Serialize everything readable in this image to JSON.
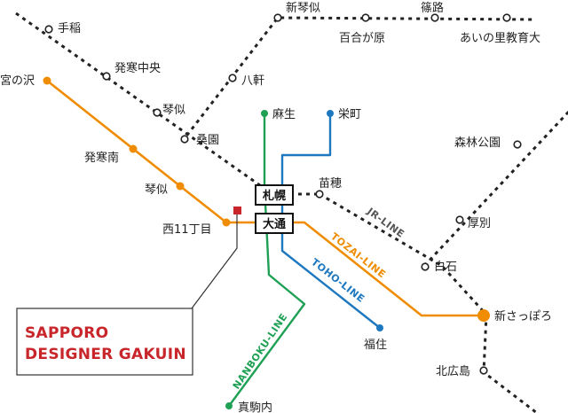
{
  "colors": {
    "jr": "#222222",
    "tozai": "#f08c00",
    "toho": "#1d78c0",
    "nanboku": "#1fa055",
    "brand": "#c8262a"
  },
  "hubs": {
    "sapporo": "札幌",
    "odori": "大通"
  },
  "stations": {
    "teine": "手稲",
    "hassamu_chuo": "発寒中央",
    "kotoni_jr": "琴似",
    "soen": "桑園",
    "hachiken": "八軒",
    "shinkotoni": "新琴似",
    "yurigahara": "百合が原",
    "shinoro": "篠路",
    "ainosato": "あいの里教育大",
    "asabu": "麻生",
    "sakaemachi": "栄町",
    "naebo": "苗穂",
    "shinrinkoen": "森林公園",
    "atsubetsu": "厚別",
    "shiroishi": "白石",
    "shin_sapporo": "新さっぽろ",
    "kitahiroshima": "北広島",
    "miyanosawa": "宮の沢",
    "hassamu_minami": "発寒南",
    "kotoni_tozai": "琴似",
    "nishi11": "西11丁目",
    "fukuzumi": "福住",
    "makomanai": "真駒内"
  },
  "line_labels": {
    "jr": "JR-LINE",
    "tozai": "TOZAI-LINE",
    "toho": "TOHO-LINE",
    "nanboku": "NANBOKU-LINE"
  },
  "school": {
    "line1": "SAPPORO",
    "line2": "DESIGNER GAKUIN"
  }
}
